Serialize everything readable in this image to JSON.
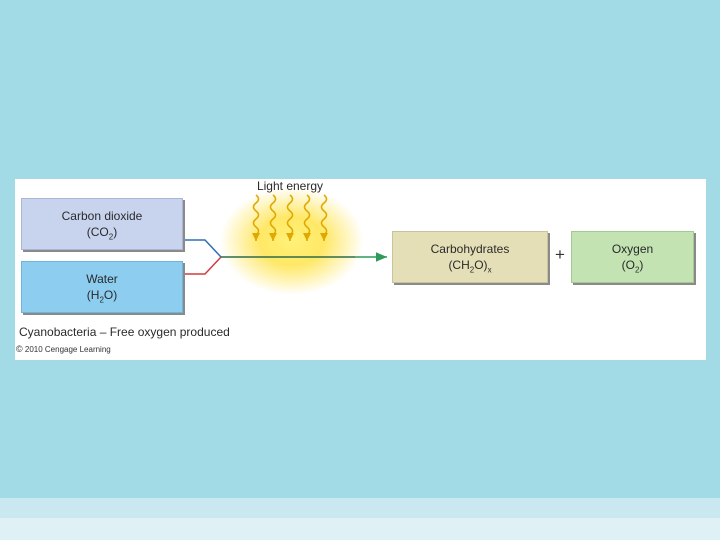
{
  "light": {
    "label": "Light energy"
  },
  "inputs": {
    "co2": {
      "name": "Carbon dioxide",
      "formula_pre": "(CO",
      "formula_sub": "2",
      "formula_post": ")"
    },
    "water": {
      "name": "Water",
      "formula_pre": "(H",
      "formula_sub": "2",
      "formula_post": "O)"
    }
  },
  "outputs": {
    "carbs": {
      "name": "Carbohydrates",
      "formula_pre": "(CH",
      "formula_sub": "2",
      "formula_mid": "O)",
      "formula_sub2": "x"
    },
    "oxygen": {
      "name": "Oxygen",
      "formula_pre": "(O",
      "formula_sub": "2",
      "formula_post": ")"
    },
    "plus": "+"
  },
  "caption": "Cyanobacteria – Free oxygen produced",
  "copyright": {
    "symbol": "©",
    "text": "2010 Cengage Learning"
  },
  "colors": {
    "background": "#a2dbe6",
    "co2_box": "#c8d3ee",
    "water_box": "#8ccdf0",
    "carbs_box": "#e5dfb8",
    "oxygen_box": "#c3e3b3",
    "co2_line": "#2f6fb3",
    "water_line": "#d33b3b",
    "output_arrow": "#2f9a5a",
    "light_glow": "#ffe44d",
    "light_rays": "#e0a800"
  }
}
